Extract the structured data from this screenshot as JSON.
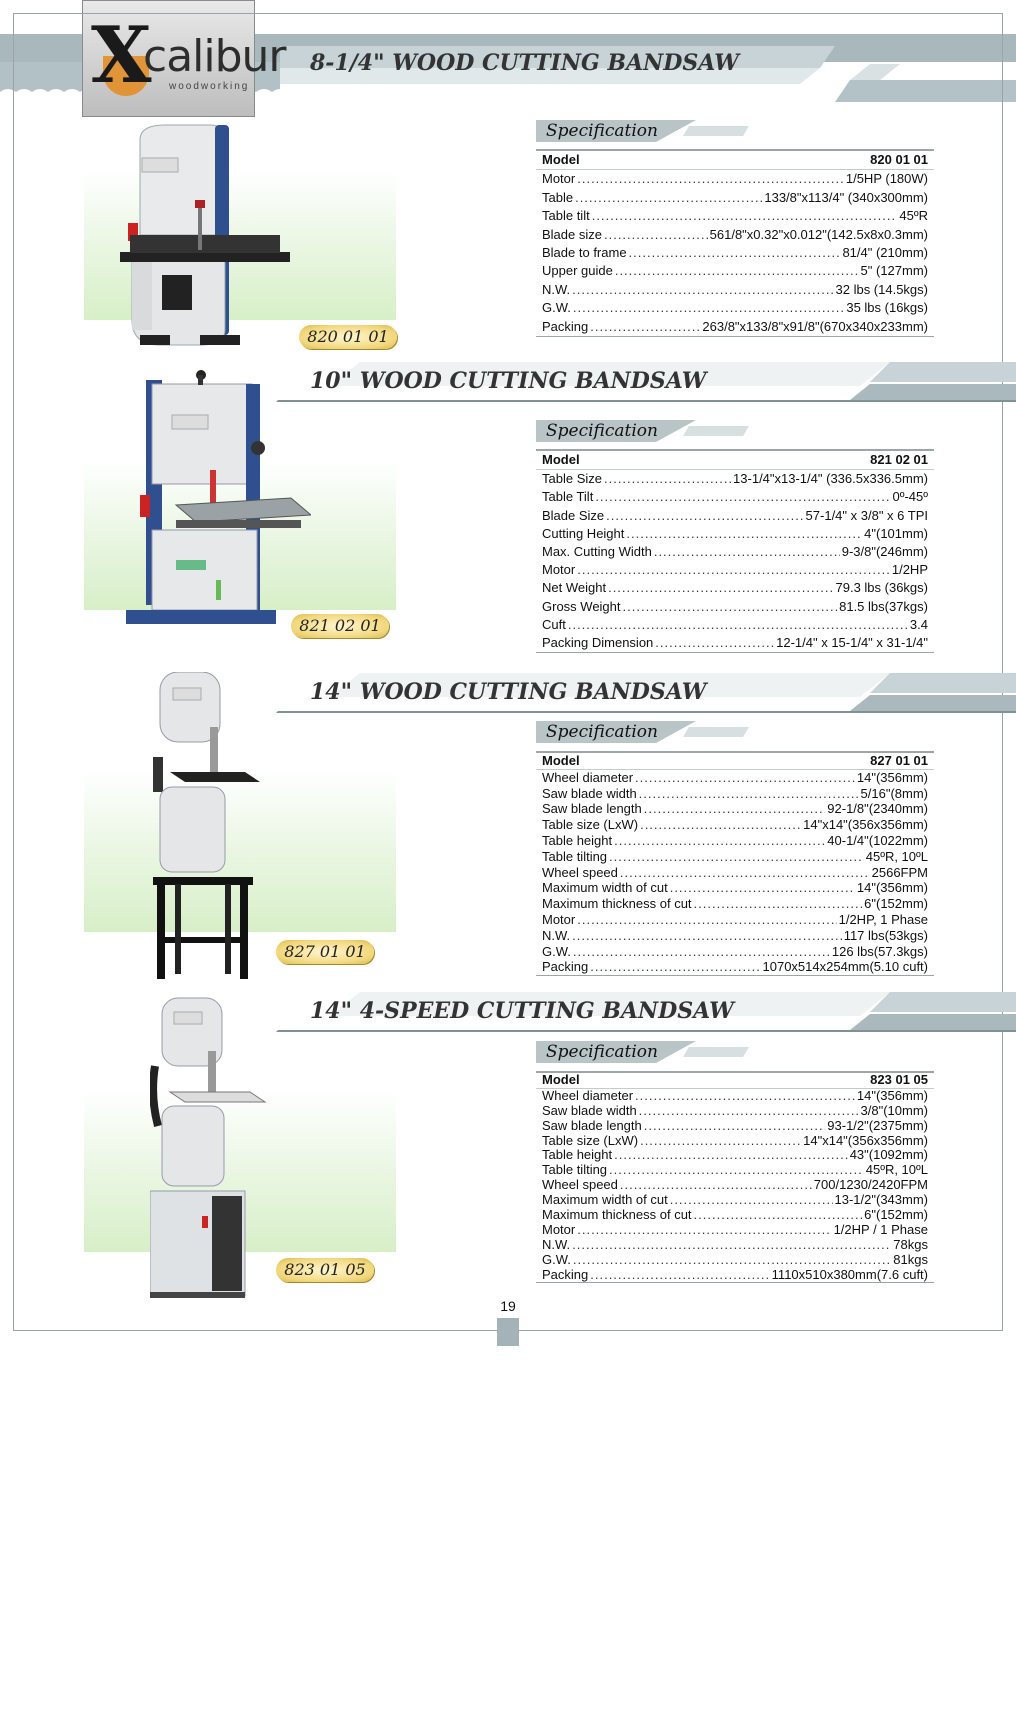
{
  "brand": {
    "logo_letter": "X",
    "logo_name": "calibur",
    "logo_sub": "woodworking"
  },
  "page_number": "19",
  "products": [
    {
      "title": "8-1/4\" WOOD CUTTING BANDSAW",
      "badge": "820 01 01",
      "spec_title": "Specification",
      "specs": [
        {
          "k": "Model",
          "v": "820 01 01"
        },
        {
          "k": "Motor",
          "v": "1/5HP (180W)"
        },
        {
          "k": "Table",
          "v": "133/8\"x113/4\" (340x300mm)"
        },
        {
          "k": "Table tilt",
          "v": "45ºR"
        },
        {
          "k": "Blade size",
          "v": "561/8\"x0.32\"x0.012\"(142.5x8x0.3mm)"
        },
        {
          "k": "Blade to frame",
          "v": "81/4\" (210mm)"
        },
        {
          "k": "Upper guide",
          "v": "5\" (127mm)"
        },
        {
          "k": "N.W.",
          "v": "32 lbs (14.5kgs)"
        },
        {
          "k": "G.W.",
          "v": "35 lbs (16kgs)"
        },
        {
          "k": "Packing",
          "v": "263/8\"x133/8\"x91/8\"(670x340x233mm)"
        }
      ]
    },
    {
      "title": "10\" WOOD CUTTING BANDSAW",
      "badge": "821 02 01",
      "spec_title": "Specification",
      "specs": [
        {
          "k": "Model",
          "v": "821 02 01"
        },
        {
          "k": "Table Size",
          "v": "13-1/4\"x13-1/4\" (336.5x336.5mm)"
        },
        {
          "k": "Table Tilt",
          "v": "0º-45º"
        },
        {
          "k": "Blade Size",
          "v": "57-1/4\" x 3/8\" x 6  TPI"
        },
        {
          "k": "Cutting Height",
          "v": "4\"(101mm)"
        },
        {
          "k": "Max. Cutting Width",
          "v": "9-3/8\"(246mm)"
        },
        {
          "k": "Motor",
          "v": "1/2HP"
        },
        {
          "k": "Net Weight",
          "v": "79.3 lbs (36kgs)"
        },
        {
          "k": "Gross Weight",
          "v": "81.5 lbs(37kgs)"
        },
        {
          "k": "Cuft",
          "v": "3.4"
        },
        {
          "k": "Packing Dimension",
          "v": "12-1/4\" x 15-1/4\" x 31-1/4\""
        }
      ]
    },
    {
      "title": "14\" WOOD CUTTING BANDSAW",
      "badge": "827 01 01",
      "spec_title": "Specification",
      "specs": [
        {
          "k": "Model",
          "v": "827 01 01"
        },
        {
          "k": "Wheel diameter",
          "v": "14\"(356mm)"
        },
        {
          "k": "Saw blade width",
          "v": "5/16\"(8mm)"
        },
        {
          "k": "Saw blade length",
          "v": "92-1/8\"(2340mm)"
        },
        {
          "k": "Table size (LxW)",
          "v": "14\"x14\"(356x356mm)"
        },
        {
          "k": "Table height",
          "v": "40-1/4\"(1022mm)"
        },
        {
          "k": "Table tilting",
          "v": "45ºR, 10ºL"
        },
        {
          "k": "Wheel speed",
          "v": "2566FPM"
        },
        {
          "k": "Maximum width of cut",
          "v": "14\"(356mm)"
        },
        {
          "k": "Maximum thickness of cut",
          "v": "6\"(152mm)"
        },
        {
          "k": "Motor",
          "v": "1/2HP, 1 Phase"
        },
        {
          "k": "N.W.",
          "v": "117 lbs(53kgs)"
        },
        {
          "k": "G.W.",
          "v": "126 lbs(57.3kgs)"
        },
        {
          "k": "Packing",
          "v": "1070x514x254mm(5.10 cuft)"
        }
      ]
    },
    {
      "title": "14\" 4-SPEED CUTTING BANDSAW",
      "badge": "823 01 05",
      "spec_title": "Specification",
      "specs": [
        {
          "k": "Model",
          "v": "823 01 05"
        },
        {
          "k": "Wheel diameter",
          "v": "14\"(356mm)"
        },
        {
          "k": "Saw blade width",
          "v": "3/8\"(10mm)"
        },
        {
          "k": "Saw blade length",
          "v": "93-1/2\"(2375mm)"
        },
        {
          "k": "Table size (LxW)",
          "v": "14\"x14\"(356x356mm)"
        },
        {
          "k": "Table height",
          "v": "43\"(1092mm)"
        },
        {
          "k": "Table tilting",
          "v": "45ºR, 10ºL"
        },
        {
          "k": "Wheel speed",
          "v": "700/1230/2420FPM"
        },
        {
          "k": "Maximum width of cut",
          "v": "13-1/2\"(343mm)"
        },
        {
          "k": "Maximum thickness of cut",
          "v": "6\"(152mm)"
        },
        {
          "k": "Motor",
          "v": "1/2HP / 1 Phase"
        },
        {
          "k": "N.W.",
          "v": "78kgs"
        },
        {
          "k": "G.W.",
          "v": "81kgs"
        },
        {
          "k": "Packing",
          "v": "1110x510x380mm(7.6 cuft)"
        }
      ]
    }
  ]
}
